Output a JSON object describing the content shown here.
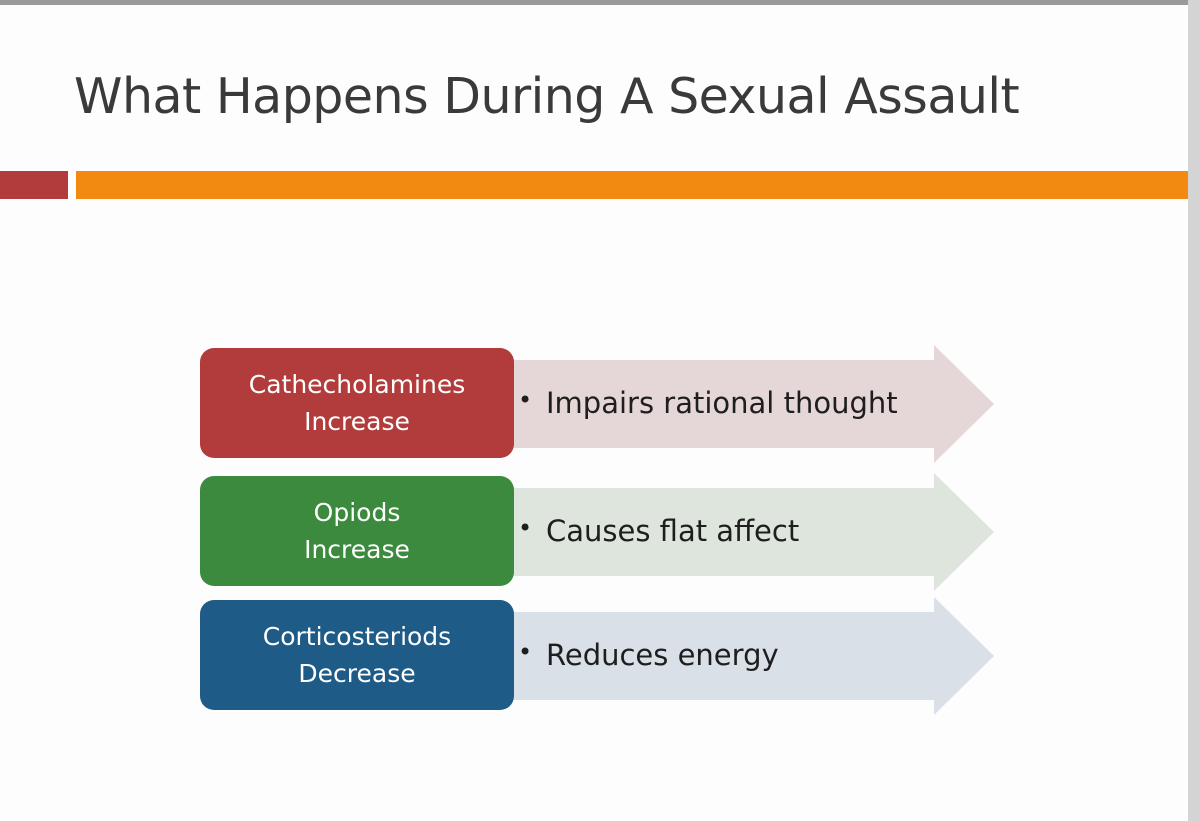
{
  "slide": {
    "title": "What Happens During A Sexual Assault"
  },
  "colors": {
    "accent_red": "#b23b3b",
    "accent_orange": "#f28a12",
    "title_text": "#3a3a3a"
  },
  "rows": [
    {
      "label_line1": "Cathecholamines",
      "label_line2": "Increase",
      "bullet": "•",
      "effect": "Impairs rational thought",
      "box_color": "#b23b3b",
      "arrow_color": "#e5d7d7"
    },
    {
      "label_line1": "Opiods",
      "label_line2": "Increase",
      "bullet": "•",
      "effect": "Causes flat affect",
      "box_color": "#3b8a3e",
      "arrow_color": "#dde5dc"
    },
    {
      "label_line1": "Corticosteriods",
      "label_line2": "Decrease",
      "bullet": "•",
      "effect": "Reduces energy",
      "box_color": "#1e5b86",
      "arrow_color": "#d9e0e7"
    }
  ]
}
